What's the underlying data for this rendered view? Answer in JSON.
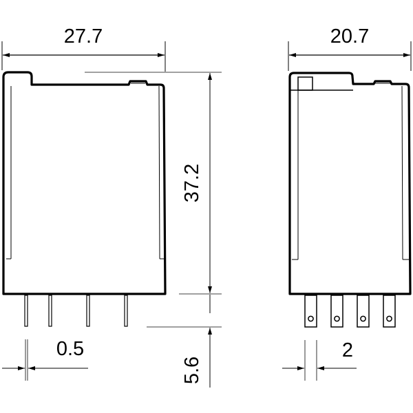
{
  "title": "Relay dimensional drawing",
  "colors": {
    "stroke": "#000000",
    "thin": "#333333",
    "background": "#ffffff"
  },
  "dimensions": {
    "front_width": "27.7",
    "height": "37.2",
    "pin_length": "5.6",
    "pin_thickness": "0.5",
    "side_width": "20.7",
    "terminal_width": "2"
  },
  "views": [
    {
      "name": "front-view",
      "pins": 4
    },
    {
      "name": "side-view",
      "terminals": 4
    }
  ]
}
